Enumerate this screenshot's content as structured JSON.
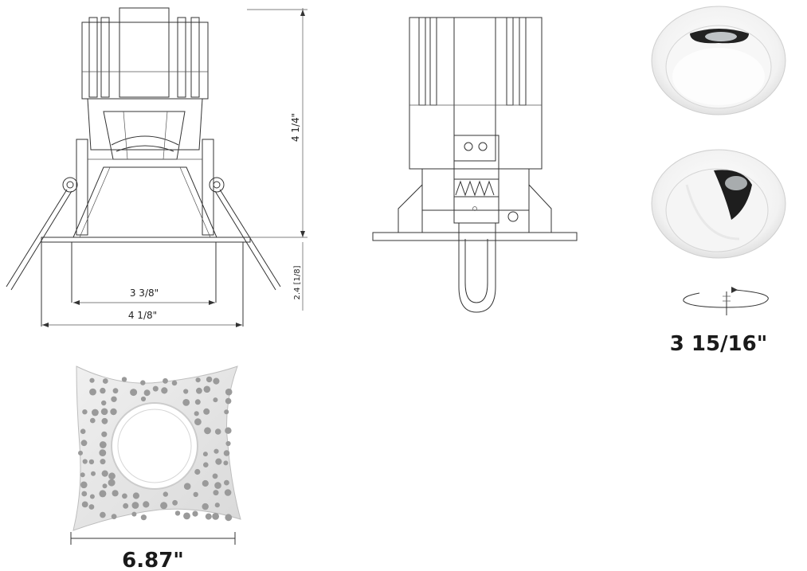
{
  "dimensions": {
    "height": "4 1/4\"",
    "inner_diameter": "3 3/8\"",
    "outer_diameter": "4 1/8\"",
    "trim_depth": "2.4 [1/8]",
    "cutout": "3 15/16\"",
    "plaster_plate_width": "6.87\""
  },
  "icons": {
    "rotation": "rotation-arrow-icon"
  }
}
